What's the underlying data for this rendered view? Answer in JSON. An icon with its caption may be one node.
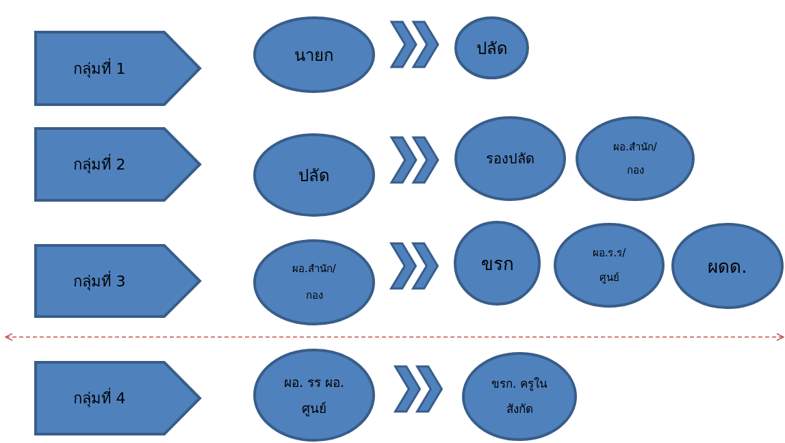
{
  "diagram": {
    "nodes": [
      {
        "text": [
          "กลุ่มที่ 1"
        ]
      },
      {
        "text": [
          "นายก"
        ]
      },
      {
        "text": [
          "ปลัด"
        ]
      },
      {
        "text": [
          "กลุ่มที่ 2"
        ]
      },
      {
        "text": [
          "ปลัด"
        ]
      },
      {
        "text": [
          "รองปลัด"
        ]
      },
      {
        "text": [
          "ผอ.สำนัก/ กอง"
        ]
      },
      {
        "text": [
          "กลุ่มที่ 3"
        ]
      },
      {
        "text": [
          "ผอ.สำนัก/ กอง"
        ]
      },
      {
        "text": [
          "ขรก"
        ]
      },
      {
        "text": [
          "ผอ.ร.ร/ ศูนย์"
        ]
      },
      {
        "text": [
          "ผดด."
        ]
      },
      {
        "text": [
          "กลุ่มที่ 4"
        ]
      },
      {
        "text": [
          "ผอ. รร ผอ. ศูนย์"
        ]
      },
      {
        "text": [
          "ขรก. ครูใน สังกัด"
        ]
      }
    ],
    "edges": [
      {
        "from": 1,
        "to": 2,
        "arrow": "to"
      },
      {
        "from": 4,
        "to": 5,
        "arrow": "to"
      },
      {
        "from": 8,
        "to": 9,
        "arrow": "to"
      },
      {
        "from": 13,
        "to": 14,
        "arrow": "to"
      }
    ]
  }
}
